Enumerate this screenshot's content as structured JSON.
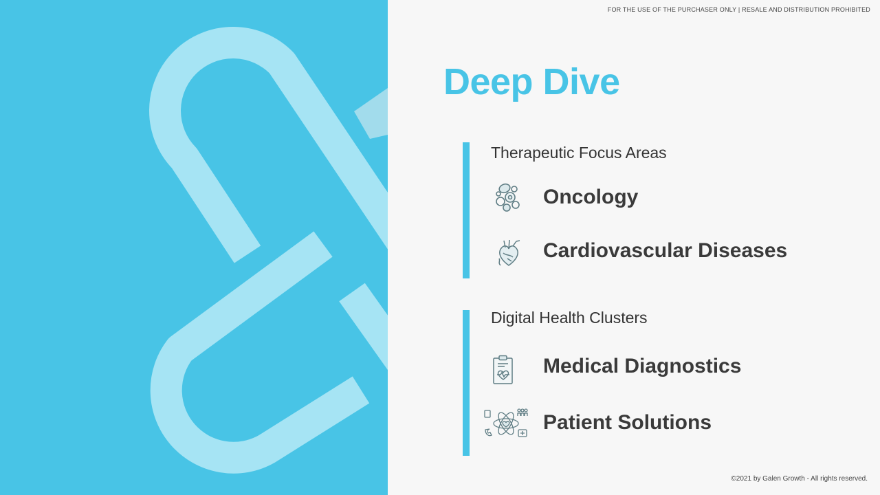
{
  "disclaimer": "FOR THE USE OF THE PURCHASER ONLY | RESALE AND DISTRIBUTION PROHIBITED",
  "title": "Deep Dive",
  "sections": [
    {
      "heading": "Therapeutic Focus Areas",
      "items": [
        {
          "label": "Oncology",
          "icon": "cells-icon"
        },
        {
          "label": "Cardiovascular Diseases",
          "icon": "heart-anatomy-icon"
        }
      ]
    },
    {
      "heading": "Digital Health Clusters",
      "items": [
        {
          "label": "Medical Diagnostics",
          "icon": "clipboard-heart-icon"
        },
        {
          "label": "Patient Solutions",
          "icon": "atom-care-icon"
        }
      ]
    }
  ],
  "footer": "©2021 by Galen Growth  - All rights reserved.",
  "colors": {
    "accent": "#48c4e6",
    "shape": "#a6e4f4",
    "text": "#3a3a3a",
    "background": "#f7f7f7"
  }
}
